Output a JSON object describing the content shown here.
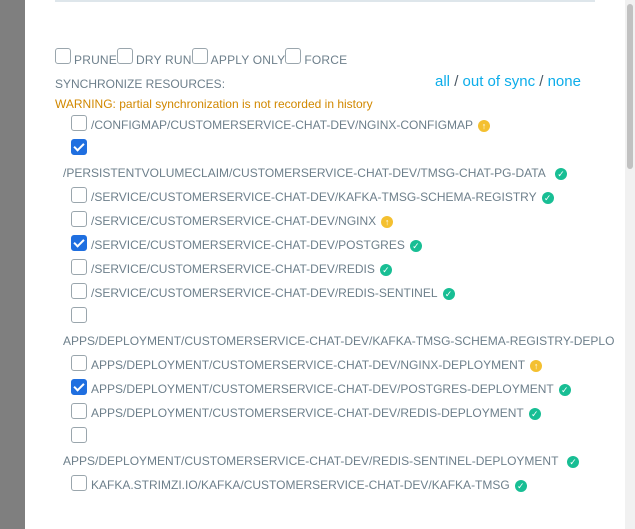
{
  "options": [
    {
      "label": "PRUNE",
      "checked": false
    },
    {
      "label": "DRY RUN",
      "checked": false
    },
    {
      "label": "APPLY ONLY",
      "checked": false
    },
    {
      "label": "FORCE",
      "checked": false
    }
  ],
  "sync_label": "SYNCHRONIZE RESOURCES:",
  "select": {
    "all": "all",
    "sep": "/",
    "out_of_sync": "out of sync",
    "none": "none"
  },
  "warning": "WARNING: partial synchronization is not recorded in history",
  "resources": [
    {
      "name": "/CONFIGMAP/CUSTOMERSERVICE-CHAT-DEV/NGINX-CONFIGMAP",
      "checked": false,
      "status": "outofsync"
    },
    {
      "name": "/PERSISTENTVOLUMECLAIM/CUSTOMERSERVICE-CHAT-DEV/TMSG-CHAT-PG-DATA",
      "checked": true,
      "status": "synced"
    },
    {
      "name": "/SERVICE/CUSTOMERSERVICE-CHAT-DEV/KAFKA-TMSG-SCHEMA-REGISTRY",
      "checked": false,
      "status": "synced"
    },
    {
      "name": "/SERVICE/CUSTOMERSERVICE-CHAT-DEV/NGINX",
      "checked": false,
      "status": "outofsync"
    },
    {
      "name": "/SERVICE/CUSTOMERSERVICE-CHAT-DEV/POSTGRES",
      "checked": true,
      "status": "synced"
    },
    {
      "name": "/SERVICE/CUSTOMERSERVICE-CHAT-DEV/REDIS",
      "checked": false,
      "status": "synced"
    },
    {
      "name": "/SERVICE/CUSTOMERSERVICE-CHAT-DEV/REDIS-SENTINEL",
      "checked": false,
      "status": "synced"
    },
    {
      "name": "APPS/DEPLOYMENT/CUSTOMERSERVICE-CHAT-DEV/KAFKA-TMSG-SCHEMA-REGISTRY-DEPLO",
      "checked": false,
      "status": "none"
    },
    {
      "name": "APPS/DEPLOYMENT/CUSTOMERSERVICE-CHAT-DEV/NGINX-DEPLOYMENT",
      "checked": false,
      "status": "outofsync"
    },
    {
      "name": "APPS/DEPLOYMENT/CUSTOMERSERVICE-CHAT-DEV/POSTGRES-DEPLOYMENT",
      "checked": true,
      "status": "synced"
    },
    {
      "name": "APPS/DEPLOYMENT/CUSTOMERSERVICE-CHAT-DEV/REDIS-DEPLOYMENT",
      "checked": false,
      "status": "synced"
    },
    {
      "name": "APPS/DEPLOYMENT/CUSTOMERSERVICE-CHAT-DEV/REDIS-SENTINEL-DEPLOYMENT",
      "checked": false,
      "status": "synced"
    },
    {
      "name": "KAFKA.STRIMZI.IO/KAFKA/CUSTOMERSERVICE-CHAT-DEV/KAFKA-TMSG",
      "checked": false,
      "status": "synced"
    }
  ],
  "colors": {
    "accent": "#0dadea",
    "checked": "#1f6fe0",
    "synced": "#18be94",
    "outofsync": "#f4c030",
    "warning": "#d18800"
  },
  "icons": {
    "synced": "check-circle-icon",
    "outofsync": "arrow-up-circle-icon"
  }
}
